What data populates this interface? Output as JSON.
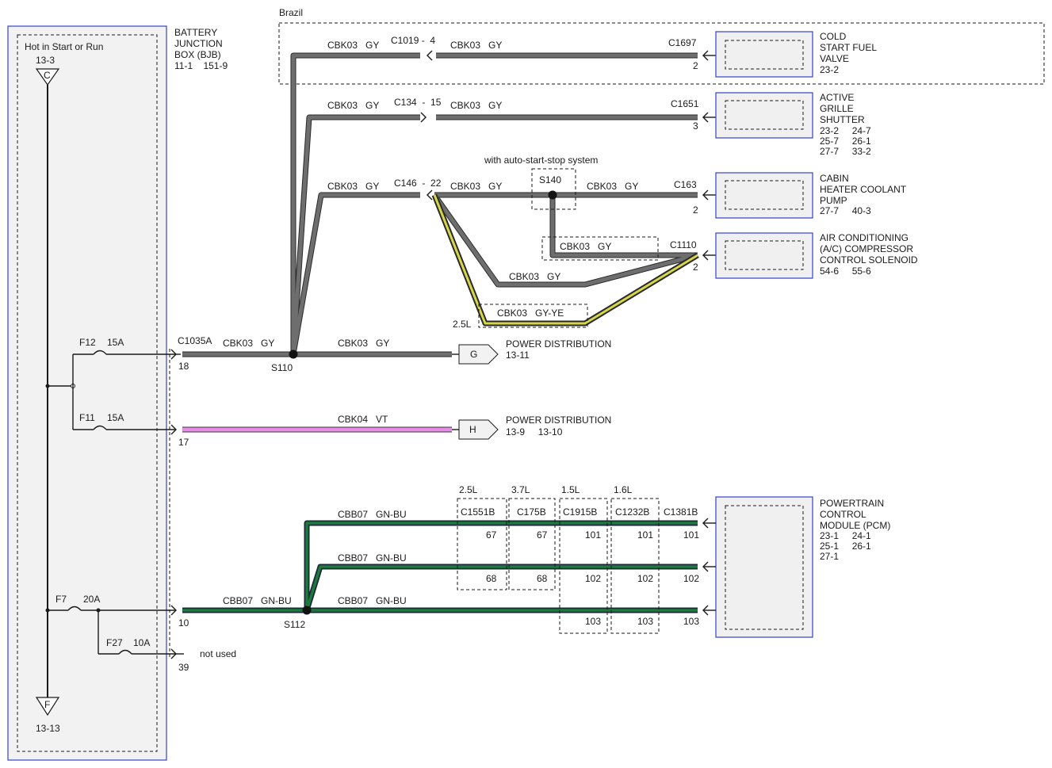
{
  "bjb": {
    "title_lines": [
      "BATTERY",
      "JUNCTION",
      "BOX (BJB)"
    ],
    "refs": "11-1    151-9",
    "hot_label": "Hot in Start or Run",
    "top_ref": "13-3",
    "top_letter": "C",
    "bottom_ref": "13-13",
    "bottom_letter": "F"
  },
  "region_label": "Brazil",
  "fuses": [
    {
      "name": "F12",
      "rating": "15A",
      "pin": "18"
    },
    {
      "name": "F11",
      "rating": "15A",
      "pin": "17"
    },
    {
      "name": "F7",
      "rating": "20A",
      "pin": "10"
    },
    {
      "name": "F27",
      "rating": "10A",
      "pin": "39"
    }
  ],
  "not_used": "not used",
  "splices": {
    "s110": "S110",
    "s112": "S112",
    "s140": "S140"
  },
  "wire_labels": {
    "cbk03_gy": "CBK03   GY",
    "cbk03_gy_ye": "CBK03   GY-YE",
    "cbk04_vt": "CBK04   VT",
    "cbb07_gn_bu": "CBB07   GN-BU"
  },
  "connectors": {
    "c1035a": "C1035A",
    "c1019": "C1019 -  4",
    "c134": "C134  -  15",
    "c146": "C146  -  22",
    "c1697": "C1697",
    "c1651": "C1651",
    "c163": "C163",
    "c1110": "C1110",
    "c1381b": "C1381B"
  },
  "auto_start_stop": "with auto-start-stop system",
  "engine_tags": {
    "l25a": "2.5L",
    "l25b": "2.5L",
    "l37": "3.7L",
    "l15": "1.5L",
    "l16": "1.6L"
  },
  "inline_connectors": [
    {
      "name": "C1551B",
      "pins": [
        "67",
        "68"
      ]
    },
    {
      "name": "C175B",
      "pins": [
        "67",
        "68"
      ]
    },
    {
      "name": "C1915B",
      "pins": [
        "101",
        "102",
        "103"
      ]
    },
    {
      "name": "C1232B",
      "pins": [
        "101",
        "102",
        "103"
      ]
    }
  ],
  "pin_numbers": {
    "cold": "2",
    "grille": "3",
    "cabin": "2",
    "ac": "2",
    "pcm1": "101",
    "pcm2": "102",
    "pcm3": "103"
  },
  "components": {
    "cold_start": {
      "lines": [
        "COLD",
        "START FUEL",
        "VALVE"
      ],
      "refs": [
        "23-2"
      ]
    },
    "grille": {
      "lines": [
        "ACTIVE",
        "GRILLE",
        "SHUTTER"
      ],
      "refs": [
        "23-2     24-7",
        "25-7     26-1",
        "27-7     33-2"
      ]
    },
    "cabin": {
      "lines": [
        "CABIN",
        "HEATER COOLANT",
        "PUMP"
      ],
      "refs": [
        "27-7     40-3"
      ]
    },
    "ac": {
      "lines": [
        "AIR CONDITIONING",
        "(A/C) COMPRESSOR",
        "CONTROL SOLENOID"
      ],
      "refs": [
        "54-6     55-6"
      ]
    },
    "pcm": {
      "lines": [
        "POWERTRAIN",
        "CONTROL",
        "MODULE (PCM)"
      ],
      "refs": [
        "23-1     24-1",
        "25-1     26-1",
        "27-1"
      ]
    }
  },
  "power_dist": [
    {
      "letter": "G",
      "label": "POWER DISTRIBUTION",
      "refs": "13-11"
    },
    {
      "letter": "H",
      "label": "POWER DISTRIBUTION",
      "refs": "13-9     13-10"
    }
  ]
}
